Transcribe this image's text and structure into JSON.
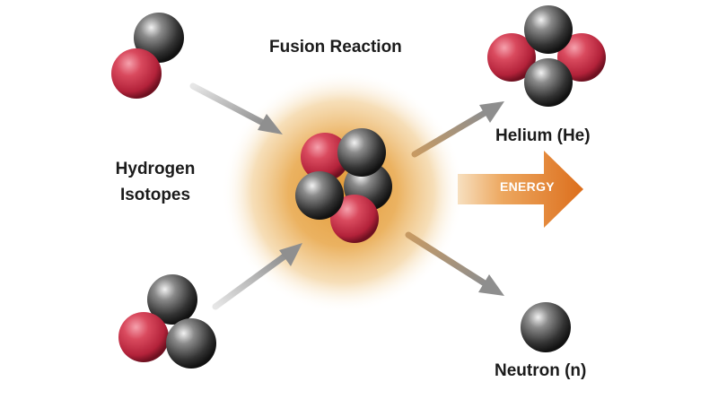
{
  "title": "Fusion Reaction",
  "reactants_label": [
    "Hydrogen",
    "Isotopes"
  ],
  "helium_label": "Helium (He)",
  "neutron_label": "Neutron (n)",
  "energy_label": "ENERGY",
  "colors": {
    "proton": "#cc2f45",
    "neutron": "#4a4a4a",
    "glow": "#e8a23c",
    "energy_arrow": "#e07a23",
    "arrow": "#9a9a9a"
  }
}
